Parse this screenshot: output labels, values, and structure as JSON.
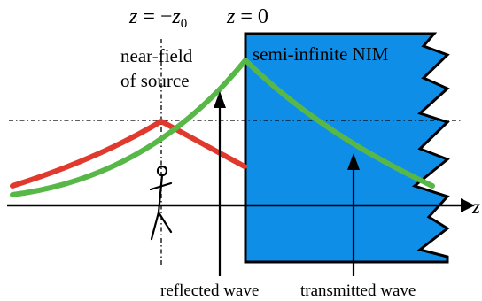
{
  "labels": {
    "z_minus": {
      "var": "z",
      "eq": " = −",
      "sym": "z",
      "sub": "0"
    },
    "z_zero": {
      "var": "z",
      "eq": " = 0"
    },
    "near_field_line1": "near-field",
    "near_field_line2": "of source",
    "medium": "semi-infinite NIM",
    "reflected": "reflected wave",
    "transmitted": "transmitted wave",
    "axis": "z"
  },
  "colors": {
    "medium_fill": "#0f8ee8",
    "reflected_curve": "#e03a2e",
    "transmitted_curve": "#57b848",
    "line": "#000000"
  }
}
